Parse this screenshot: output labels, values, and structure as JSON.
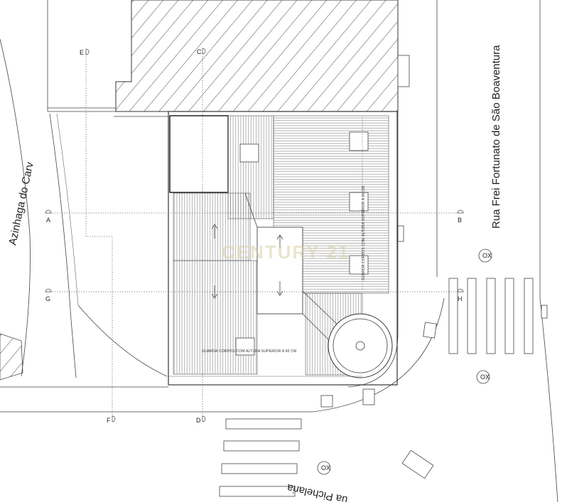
{
  "streets": {
    "frei_fortunato": "Rua Frei Fortunato de São Boaventura",
    "azinhaga": "Azinhaga do Carv",
    "pichelaria": "ua Pichelaria"
  },
  "sections": {
    "A": "A",
    "B": "B",
    "C": "C",
    "D": "D",
    "E": "E",
    "F": "F",
    "G": "G",
    "H": "H"
  },
  "notes": {
    "guard_horizontal": "GUARDA CORPOS COM ALTURA SUPERIOR A 60 CM",
    "guard_vertical": "GUARDA CORPOS COM ALTURA SUPERIOR A 60 CM"
  },
  "watermark": "CENTURY 21",
  "icons": [
    "north-arrow-icon",
    "section-marker-icon",
    "roof-slope-arrow-icon",
    "rotunda-icon"
  ]
}
